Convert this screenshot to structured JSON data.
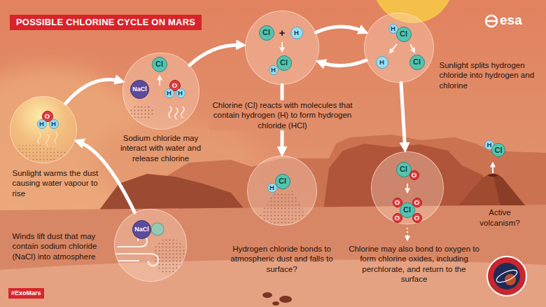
{
  "diagram": {
    "title": "POSSIBLE CHLORINE CYCLE ON MARS",
    "nodes": [
      {
        "text": [
          "Sunlight warms the dust causing water vapour to rise"
        ]
      },
      {
        "text": [
          "O"
        ],
        "in": 0
      },
      {
        "text": [
          "H"
        ],
        "in": 0
      },
      {
        "text": [
          "H"
        ],
        "in": 0
      },
      {
        "text": [
          "Sodium chloride may interact with water and release chlorine"
        ]
      },
      {
        "text": [
          "Cl"
        ],
        "in": 4
      },
      {
        "text": [
          "NaCl"
        ],
        "in": 4
      },
      {
        "text": [
          "O"
        ],
        "in": 4
      },
      {
        "text": [
          "H"
        ],
        "in": 4
      },
      {
        "text": [
          "H"
        ],
        "in": 4
      },
      {
        "text": [
          "Chlorine (Cl) reacts with molecules that contain hydrogen (H) to form hydrogen chloride (HCl)"
        ]
      },
      {
        "text": [
          "Cl"
        ],
        "in": 10
      },
      {
        "text": [
          "H"
        ],
        "in": 10
      },
      {
        "text": [
          "Cl"
        ],
        "in": 10
      },
      {
        "text": [
          "H"
        ],
        "in": 10
      },
      {
        "text": [
          "Sunlight splits hydrogen chloride into hydrogen and chlorine"
        ]
      },
      {
        "text": [
          "H"
        ],
        "in": 15
      },
      {
        "text": [
          "Cl"
        ],
        "in": 15
      },
      {
        "text": [
          "H"
        ],
        "in": 15
      },
      {
        "text": [
          "Cl"
        ],
        "in": 15
      },
      {
        "text": [
          "Hydrogen chloride bonds to atmospheric dust and falls to surface?"
        ]
      },
      {
        "text": [
          "H"
        ],
        "in": 20
      },
      {
        "text": [
          "Cl"
        ],
        "in": 20
      },
      {
        "text": [
          "Chlorine may also bond to oxygen to form chlorine oxides, including perchlorate, and return to the surface"
        ]
      },
      {
        "text": [
          "Cl"
        ],
        "in": 23
      },
      {
        "text": [
          "O"
        ],
        "in": 23
      },
      {
        "text": [
          "O"
        ],
        "in": 23
      },
      {
        "text": [
          "O"
        ],
        "in": 23
      },
      {
        "text": [
          "Cl"
        ],
        "in": 23
      },
      {
        "text": [
          "O"
        ],
        "in": 23
      },
      {
        "text": [
          "O"
        ],
        "in": 23
      },
      {
        "text": [
          "Active volcanism?"
        ]
      },
      {
        "text": [
          "H"
        ],
        "in": 31
      },
      {
        "text": [
          "Cl"
        ],
        "in": 31
      },
      {
        "text": [
          "Winds lift dust that may contain sodium chloride (NaCl) into atmosphere"
        ]
      },
      {
        "text": [
          "NaCl"
        ],
        "in": 34
      }
    ],
    "edges": [
      {
        "from": 34,
        "to": 0,
        "arrow": "to"
      },
      {
        "from": 0,
        "to": 4,
        "arrow": "to"
      },
      {
        "from": 4,
        "to": 10,
        "arrow": "to"
      },
      {
        "from": 10,
        "to": 15,
        "arrow": "to"
      },
      {
        "from": 15,
        "to": 10,
        "arrow": "to"
      },
      {
        "from": 10,
        "to": 20,
        "arrow": "to"
      },
      {
        "from": 15,
        "to": 23,
        "arrow": "to"
      }
    ],
    "labels": [
      "esa",
      "+",
      "#ExoMars"
    ]
  }
}
